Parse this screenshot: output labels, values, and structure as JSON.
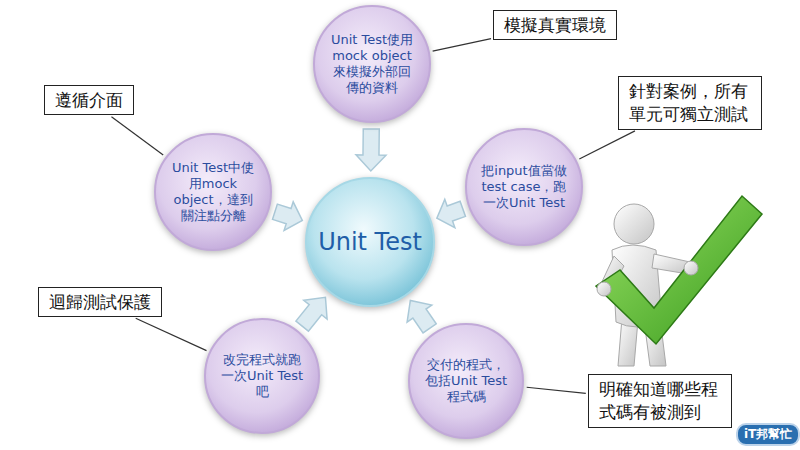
{
  "diagram": {
    "nodes": [
      {
        "text": [
          "Unit Test使用 mock object 來模擬外部回 傳的資料"
        ]
      },
      {
        "text": [
          "模擬真實環境"
        ]
      },
      {
        "text": [
          "遵循介面"
        ]
      },
      {
        "text": [
          "針對案例，所有 單元可獨立測試"
        ]
      },
      {
        "text": [
          "Unit Test中使 用mock object，達到 關注點分離"
        ]
      },
      {
        "text": [
          "把input值當做 test case，跑 一次Unit Test"
        ]
      },
      {
        "text": [
          "Unit Test"
        ]
      },
      {
        "text": [
          "迴歸測試保護"
        ]
      },
      {
        "text": [
          "改完程式就跑 一次Unit Test 吧"
        ]
      },
      {
        "text": [
          "交付的程式， 包括Unit Test 程式碼"
        ]
      },
      {
        "text": [
          "明確知道哪些程 式碼有被測到"
        ]
      }
    ],
    "edges": [
      {
        "from": 0,
        "to": 6,
        "arrow": "to"
      },
      {
        "from": 4,
        "to": 6,
        "arrow": "to"
      },
      {
        "from": 5,
        "to": 6,
        "arrow": "to"
      },
      {
        "from": 8,
        "to": 6,
        "arrow": "to"
      },
      {
        "from": 9,
        "to": 6,
        "arrow": "to"
      },
      {
        "from": 1,
        "to": 0,
        "arrow": "none"
      },
      {
        "from": 2,
        "to": 4,
        "arrow": "none"
      },
      {
        "from": 3,
        "to": 5,
        "arrow": "none"
      },
      {
        "from": 7,
        "to": 8,
        "arrow": "none"
      },
      {
        "from": 10,
        "to": 9,
        "arrow": "none"
      }
    ],
    "labels": [
      "iT邦幫忙"
    ]
  }
}
